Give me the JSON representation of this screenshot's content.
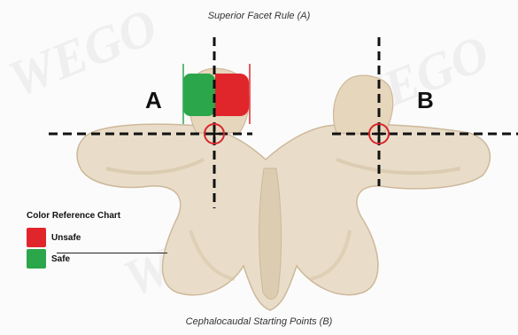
{
  "captions": {
    "top": "Superior Facet Rule (A)",
    "bottom": "Cephalocaudal Starting Points (B)"
  },
  "labels": {
    "a": "A",
    "b": "B"
  },
  "legend": {
    "title": "Color Reference Chart",
    "items": [
      {
        "label": "Unsafe",
        "color": "#e0262b"
      },
      {
        "label": "Safe",
        "color": "#2ca64a"
      }
    ]
  },
  "colors": {
    "bone": "#e9ddc9",
    "bone_shadow": "#cdb89a",
    "crosshair": "#111111",
    "target_ring": "#d7262b",
    "watermark": "#d9d9d9"
  },
  "watermark_text": "WEGO"
}
